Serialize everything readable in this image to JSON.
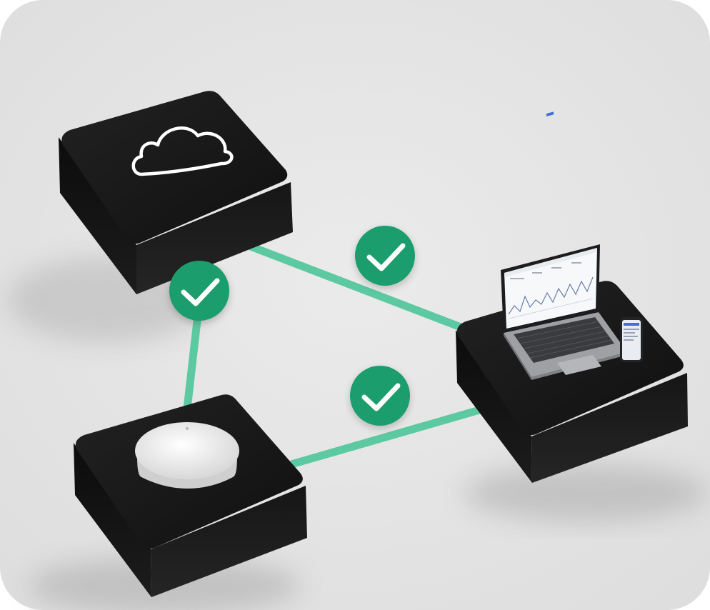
{
  "scene": {
    "background_color": "#e7e7e7",
    "block_color": "#141414",
    "link_color": "#5cc9a2",
    "check_color": "#1e9d6e"
  },
  "nodes": {
    "cloud": {
      "icon": "cloud-icon"
    },
    "sensor": {
      "device": "ceiling-sensor"
    },
    "workstation": {
      "devices": [
        "laptop",
        "phone"
      ]
    }
  },
  "links": [
    {
      "from": "cloud",
      "to": "sensor",
      "status": "check-icon"
    },
    {
      "from": "cloud",
      "to": "workstation",
      "status": "check-icon"
    },
    {
      "from": "sensor",
      "to": "workstation",
      "status": "check-icon"
    }
  ]
}
